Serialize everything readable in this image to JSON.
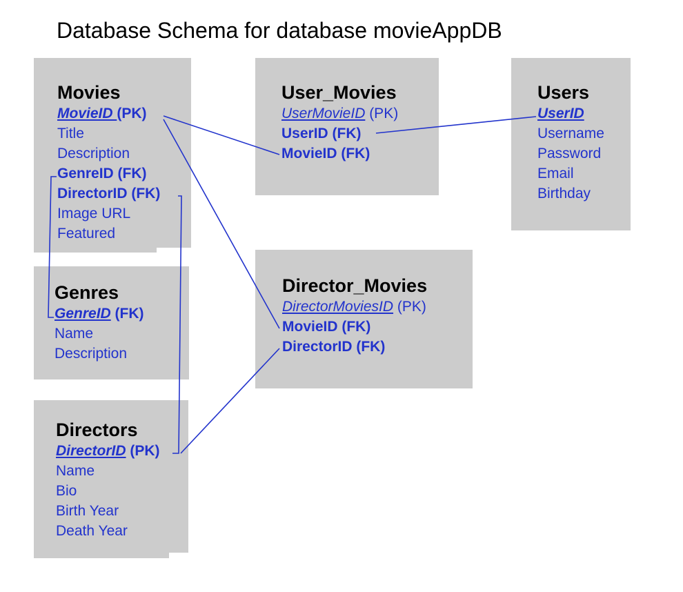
{
  "title": "Database Schema for database movieAppDB",
  "colors": {
    "box": "#cccccc",
    "field": "#2233cc",
    "line": "#2233cc"
  },
  "tables": {
    "movies": {
      "name": "Movies",
      "pk": {
        "key": "MovieID ",
        "suffix": "(PK)"
      },
      "fields": [
        "Title",
        "Description"
      ],
      "fks": [
        "GenreID (FK)",
        "DirectorID (FK)"
      ],
      "fields_after": [
        "Image URL",
        "Featured"
      ]
    },
    "genres": {
      "name": "Genres",
      "pk": {
        "key": "GenreID",
        "suffix": " (FK)"
      },
      "fields": [
        "Name",
        "Description"
      ]
    },
    "directors": {
      "name": "Directors",
      "pk": {
        "key": "DirectorID",
        "suffix": " (PK)"
      },
      "fields": [
        "Name",
        "Bio",
        "Birth Year",
        "Death Year"
      ]
    },
    "user_movies": {
      "name": "User_Movies",
      "pk": {
        "key": "UserMovieID",
        "suffix": " (PK)"
      },
      "fks": [
        "UserID (FK)",
        "MovieID (FK)"
      ]
    },
    "users": {
      "name": "Users",
      "pk": {
        "key": "UserID",
        "suffix": ""
      },
      "fields": [
        "Username",
        "Password",
        "Email",
        "Birthday"
      ]
    },
    "director_movies": {
      "name": "Director_Movies",
      "pk": {
        "key": "DirectorMoviesID",
        "suffix": " (PK)"
      },
      "fks": [
        "MovieID (FK)",
        "DirectorID (FK)"
      ]
    }
  }
}
